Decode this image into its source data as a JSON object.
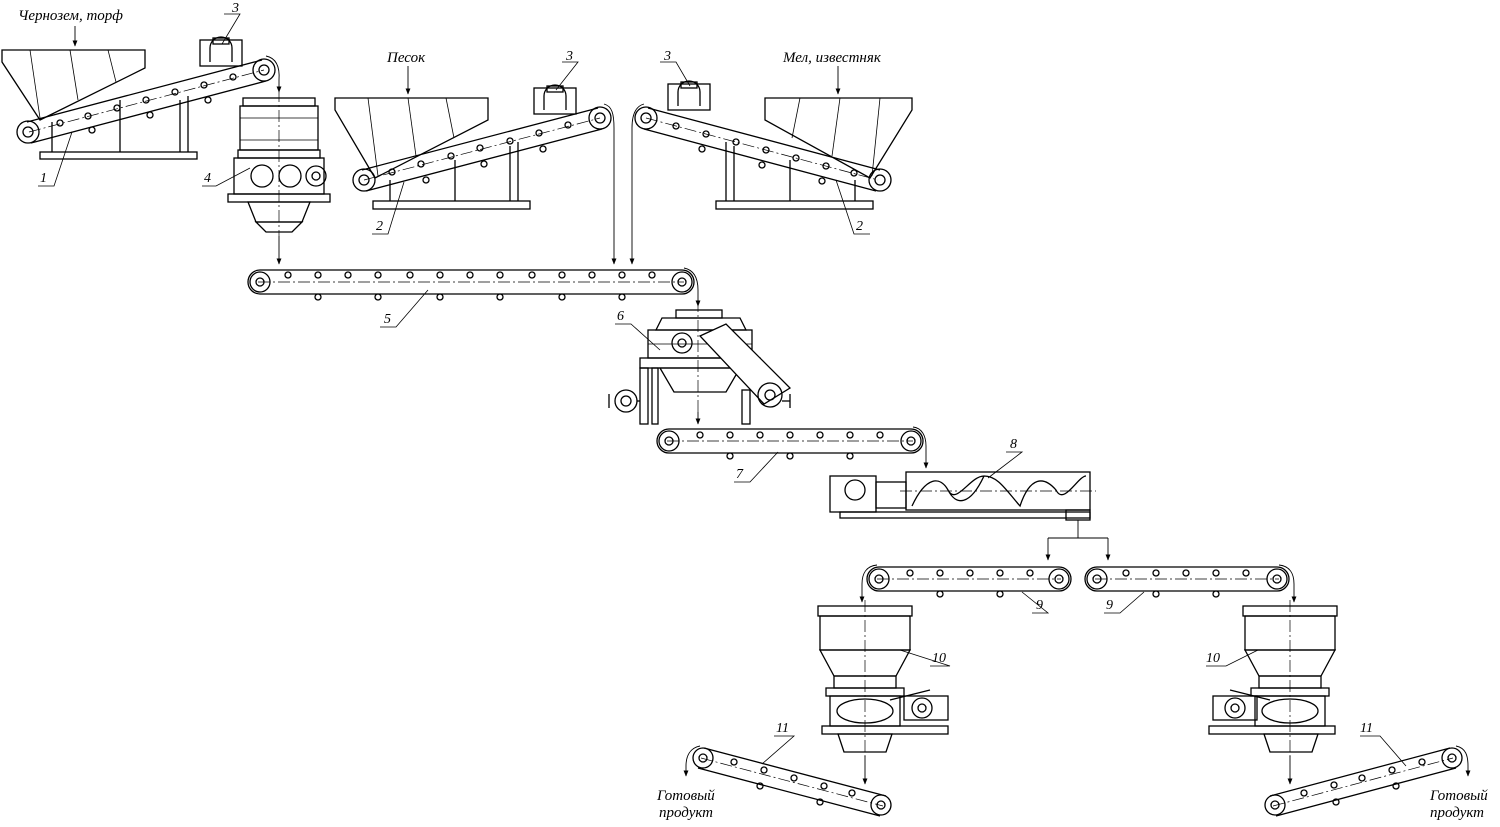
{
  "materials": {
    "chernozem": "Чернозем, торф",
    "sand": "Песок",
    "chalk": "Мел, известняк"
  },
  "product": {
    "left_line1": "Готовый",
    "left_line2": "продукт",
    "right_line1": "Готовый",
    "right_line2": "продукт"
  },
  "numbers": {
    "n1": "1",
    "n2a": "2",
    "n2b": "2",
    "n3a": "3",
    "n3b": "3",
    "n3c": "3",
    "n4": "4",
    "n5": "5",
    "n6": "6",
    "n7": "7",
    "n8": "8",
    "n9a": "9",
    "n9b": "9",
    "n10a": "10",
    "n10b": "10",
    "n11a": "11",
    "n11b": "11"
  }
}
